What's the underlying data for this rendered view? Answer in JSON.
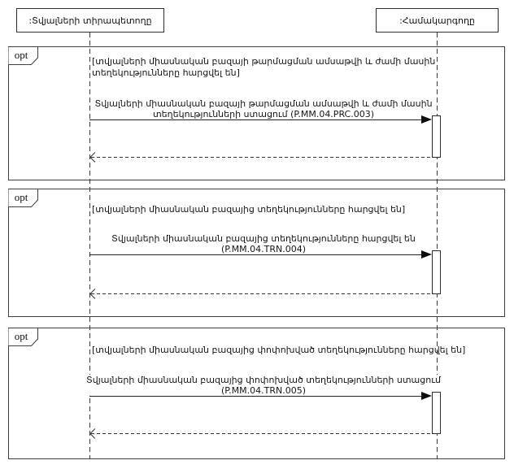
{
  "meta": {
    "diagram_type": "uml-sequence",
    "background_color": "#ffffff",
    "line_color": "#333333",
    "text_color": "#161616"
  },
  "actors": [
    {
      "label": ":Տվյալների տիրապետողը"
    },
    {
      "label": ":Համակարգողը"
    }
  ],
  "fragments": [
    {
      "operator": "opt",
      "guard_lines": [
        "[տվյալների միասնական բազայի թարմացման ամսաթվի և ժամի մասին",
        "տեղեկությունները հարցվել են]"
      ],
      "message_lines": [
        "Տվյալների միասնական բազայի թարմացման ամսաթվի և ժամի մասին",
        "տեղեկությունների ստացում (P.MM.04.PRC.003)"
      ]
    },
    {
      "operator": "opt",
      "guard_lines": [
        "[տվյալների միասնական բազայից տեղեկությունները հարցվել են]"
      ],
      "message_lines": [
        "Տվյալների միասնական բազայից տեղեկությունները հարցվել են",
        "(P.MM.04.TRN.004)"
      ]
    },
    {
      "operator": "opt",
      "guard_lines": [
        "[տվյալների միասնական բազայից փոփոխված տեղեկությունները հարցվել են]"
      ],
      "message_lines": [
        "Տվյալների միասնական բազայից փոփոխված տեղեկությունների ստացում",
        "(P.MM.04.TRN.005)"
      ]
    }
  ]
}
